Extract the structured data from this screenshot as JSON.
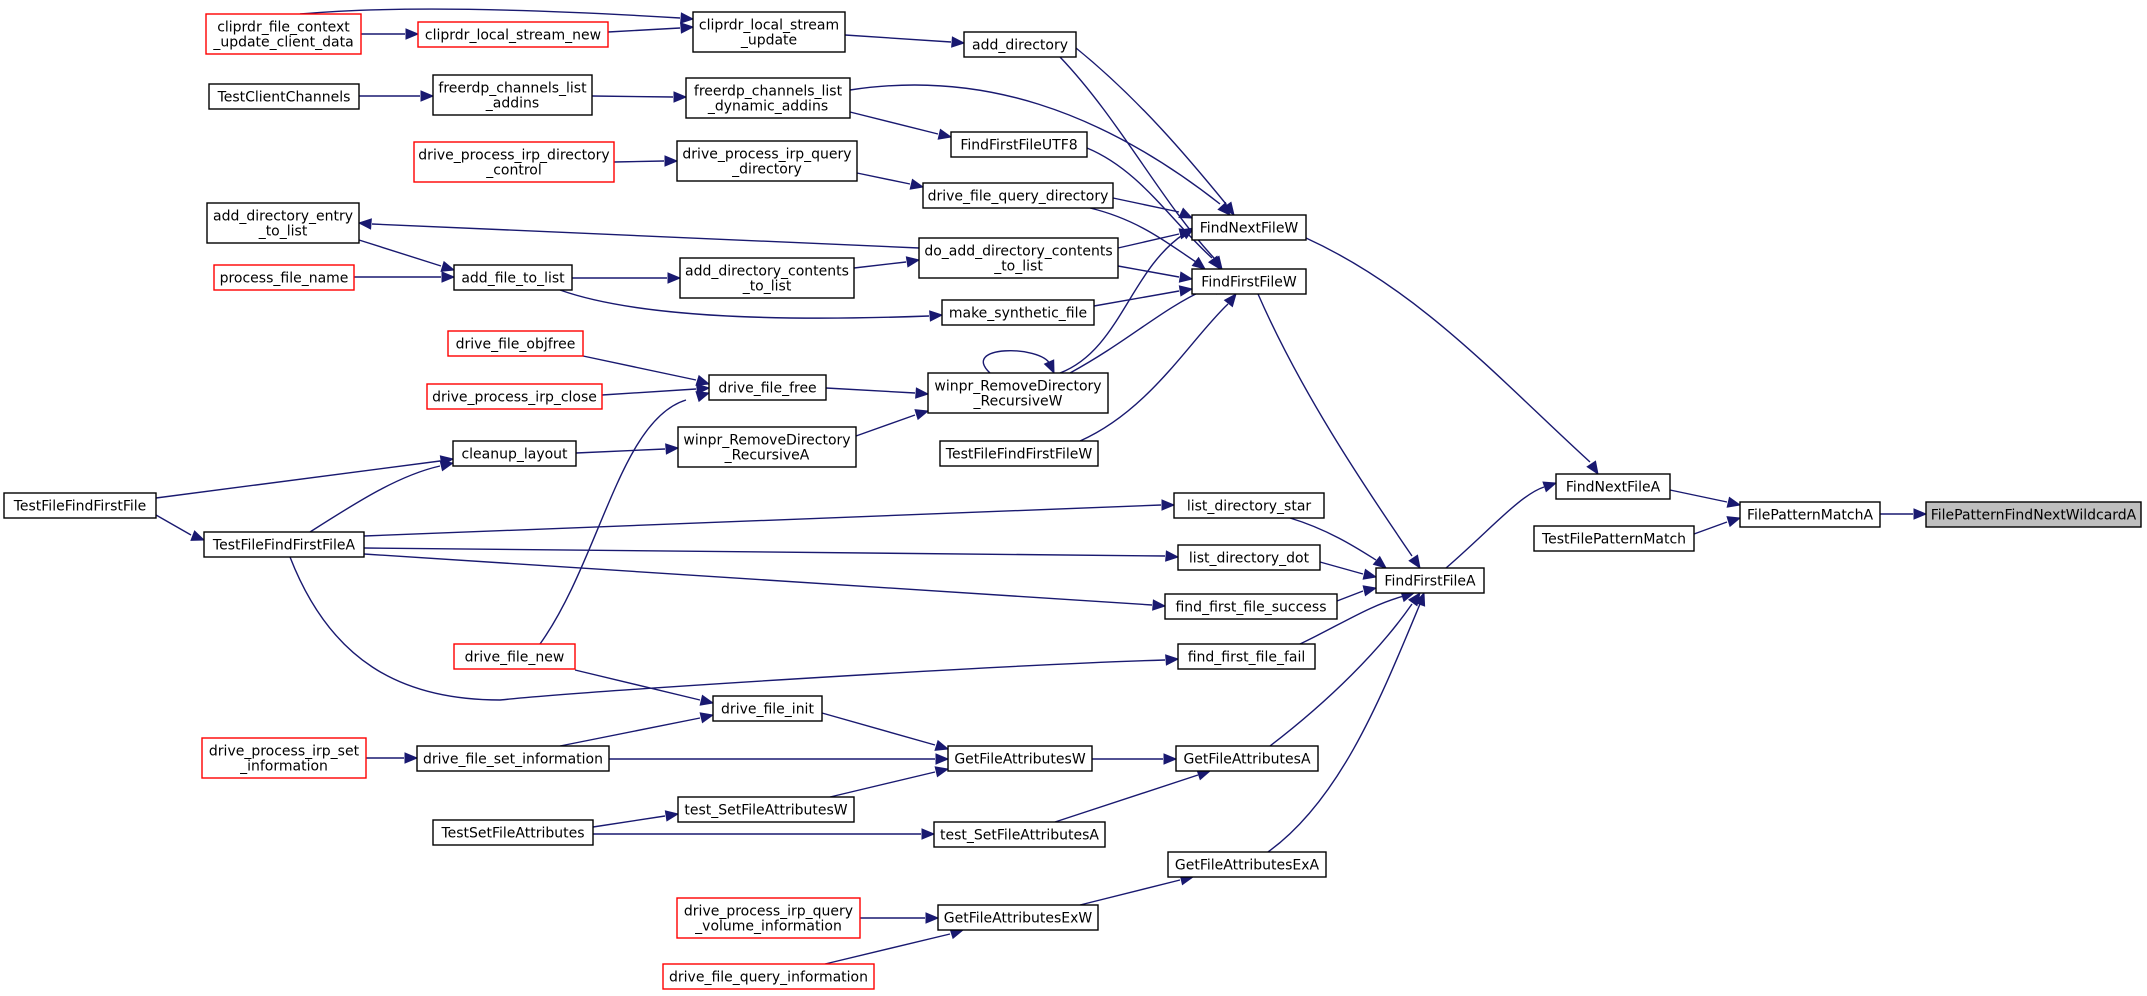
{
  "colors": {
    "edge": "#191970",
    "node_border": "#000000",
    "truncated_border": "#ff0000",
    "focus_fill": "#bfbfbf",
    "node_fill": "#ffffff"
  },
  "nodes": [
    {
      "id": "focus",
      "lines": [
        "FilePatternFindNextWildcardA"
      ],
      "style": "focus"
    },
    {
      "id": "fpma",
      "lines": [
        "FilePatternMatchA"
      ],
      "style": "normal"
    },
    {
      "id": "fnfa",
      "lines": [
        "FindNextFileA"
      ],
      "style": "normal"
    },
    {
      "id": "tfpm",
      "lines": [
        "TestFilePatternMatch"
      ],
      "style": "normal"
    },
    {
      "id": "fnfw",
      "lines": [
        "FindNextFileW"
      ],
      "style": "normal"
    },
    {
      "id": "fffw",
      "lines": [
        "FindFirstFileW"
      ],
      "style": "normal"
    },
    {
      "id": "fffa",
      "lines": [
        "FindFirstFileA"
      ],
      "style": "normal"
    },
    {
      "id": "adddir",
      "lines": [
        "add_directory"
      ],
      "style": "normal"
    },
    {
      "id": "cls_update",
      "lines": [
        "cliprdr_local_stream",
        "_update"
      ],
      "style": "normal"
    },
    {
      "id": "cls_new",
      "lines": [
        "cliprdr_local_stream_new"
      ],
      "style": "truncated"
    },
    {
      "id": "cfc",
      "lines": [
        "cliprdr_file_context",
        "_update_client_data"
      ],
      "style": "truncated"
    },
    {
      "id": "fcla",
      "lines": [
        "freerdp_channels_list",
        "_addins"
      ],
      "style": "normal"
    },
    {
      "id": "fclda",
      "lines": [
        "freerdp_channels_list",
        "_dynamic_addins"
      ],
      "style": "normal"
    },
    {
      "id": "tcc",
      "lines": [
        "TestClientChannels"
      ],
      "style": "normal"
    },
    {
      "id": "fffutf8",
      "lines": [
        "FindFirstFileUTF8"
      ],
      "style": "normal"
    },
    {
      "id": "dpidc",
      "lines": [
        "drive_process_irp_directory",
        "_control"
      ],
      "style": "truncated"
    },
    {
      "id": "dpiqd",
      "lines": [
        "drive_process_irp_query",
        "_directory"
      ],
      "style": "normal"
    },
    {
      "id": "dfqd",
      "lines": [
        "drive_file_query_directory"
      ],
      "style": "normal"
    },
    {
      "id": "adetl",
      "lines": [
        "add_directory_entry",
        "_to_list"
      ],
      "style": "normal"
    },
    {
      "id": "dadctl",
      "lines": [
        "do_add_directory_contents",
        "_to_list"
      ],
      "style": "normal"
    },
    {
      "id": "pfn",
      "lines": [
        "process_file_name"
      ],
      "style": "truncated"
    },
    {
      "id": "aftl",
      "lines": [
        "add_file_to_list"
      ],
      "style": "normal"
    },
    {
      "id": "adctl",
      "lines": [
        "add_directory_contents",
        "_to_list"
      ],
      "style": "normal"
    },
    {
      "id": "msf",
      "lines": [
        "make_synthetic_file"
      ],
      "style": "normal"
    },
    {
      "id": "dfo",
      "lines": [
        "drive_file_objfree"
      ],
      "style": "truncated"
    },
    {
      "id": "dpic",
      "lines": [
        "drive_process_irp_close"
      ],
      "style": "truncated"
    },
    {
      "id": "dff",
      "lines": [
        "drive_file_free"
      ],
      "style": "normal"
    },
    {
      "id": "wrdw",
      "lines": [
        "winpr_RemoveDirectory",
        "_RecursiveW"
      ],
      "style": "normal"
    },
    {
      "id": "tfffw",
      "lines": [
        "TestFileFindFirstFileW"
      ],
      "style": "normal"
    },
    {
      "id": "cl",
      "lines": [
        "cleanup_layout"
      ],
      "style": "normal"
    },
    {
      "id": "wrda",
      "lines": [
        "winpr_RemoveDirectory",
        "_RecursiveA"
      ],
      "style": "normal"
    },
    {
      "id": "tfff",
      "lines": [
        "TestFileFindFirstFile"
      ],
      "style": "normal"
    },
    {
      "id": "tfffa",
      "lines": [
        "TestFileFindFirstFileA"
      ],
      "style": "normal"
    },
    {
      "id": "lds",
      "lines": [
        "list_directory_star"
      ],
      "style": "normal"
    },
    {
      "id": "ldd",
      "lines": [
        "list_directory_dot"
      ],
      "style": "normal"
    },
    {
      "id": "fffs",
      "lines": [
        "find_first_file_success"
      ],
      "style": "normal"
    },
    {
      "id": "dfn",
      "lines": [
        "drive_file_new"
      ],
      "style": "truncated"
    },
    {
      "id": "ffff",
      "lines": [
        "find_first_file_fail"
      ],
      "style": "normal"
    },
    {
      "id": "dfi",
      "lines": [
        "drive_file_init"
      ],
      "style": "normal"
    },
    {
      "id": "dpisi",
      "lines": [
        "drive_process_irp_set",
        "_information"
      ],
      "style": "truncated"
    },
    {
      "id": "dfsi",
      "lines": [
        "drive_file_set_information"
      ],
      "style": "normal"
    },
    {
      "id": "gfaw",
      "lines": [
        "GetFileAttributesW"
      ],
      "style": "normal"
    },
    {
      "id": "gfaa",
      "lines": [
        "GetFileAttributesA"
      ],
      "style": "normal"
    },
    {
      "id": "tsfaw",
      "lines": [
        "test_SetFileAttributesW"
      ],
      "style": "normal"
    },
    {
      "id": "tsfa_test",
      "lines": [
        "TestSetFileAttributes"
      ],
      "style": "normal"
    },
    {
      "id": "tsfaa",
      "lines": [
        "test_SetFileAttributesA"
      ],
      "style": "normal"
    },
    {
      "id": "gfaexa",
      "lines": [
        "GetFileAttributesExA"
      ],
      "style": "normal"
    },
    {
      "id": "dpiqvi",
      "lines": [
        "drive_process_irp_query",
        "_volume_information"
      ],
      "style": "truncated"
    },
    {
      "id": "gfaexw",
      "lines": [
        "GetFileAttributesExW"
      ],
      "style": "normal"
    },
    {
      "id": "dfqi",
      "lines": [
        "drive_file_query_information"
      ],
      "style": "truncated"
    }
  ]
}
